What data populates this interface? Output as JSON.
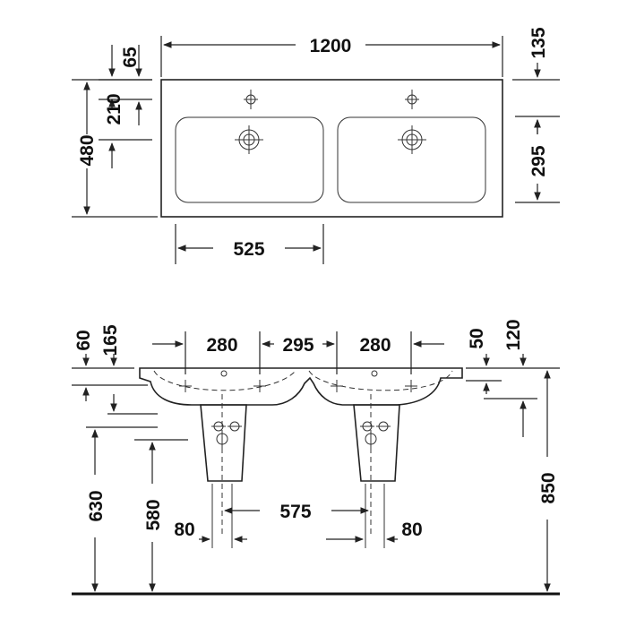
{
  "dimensions": {
    "top_view": {
      "overall_width": "1200",
      "left_offset": "65",
      "right_offset": "135",
      "tap_to_drain": "210",
      "depth": "480",
      "bowl_depth": "295",
      "bowl_width": "525"
    },
    "front_view": {
      "left_60": "60",
      "left_165": "165",
      "span_280_left": "280",
      "span_295": "295",
      "span_280_right": "280",
      "right_50": "50",
      "right_120": "120",
      "height_630": "630",
      "height_580": "580",
      "height_850": "850",
      "pedestal_spacing": "575",
      "pedestal_left_80": "80",
      "pedestal_right_80": "80"
    }
  },
  "icons": {
    "tap_hole": "crosshair-circle",
    "drain": "double-circle"
  },
  "colors": {
    "line": "#222222",
    "background": "#ffffff"
  }
}
